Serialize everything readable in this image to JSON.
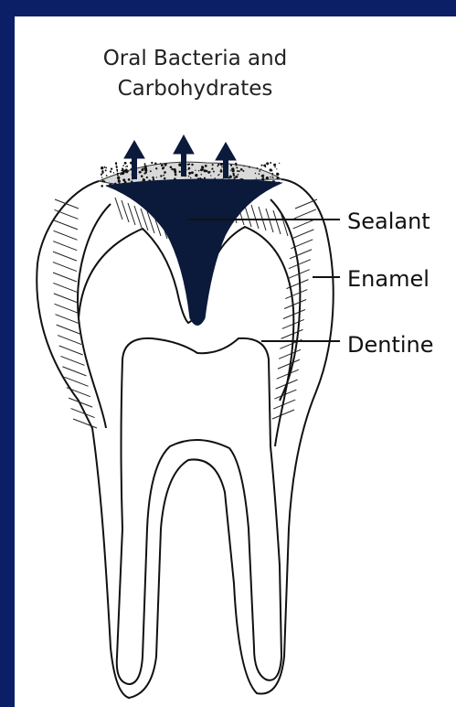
{
  "title_lines": [
    "Oral Bacteria and",
    "Carbohydrates"
  ],
  "labels": {
    "sealant": "Sealant",
    "enamel": "Enamel",
    "dentine": "Dentine"
  },
  "colors": {
    "background": "#0b1f66",
    "sealant": "#0b1a3a",
    "line": "#111111"
  }
}
